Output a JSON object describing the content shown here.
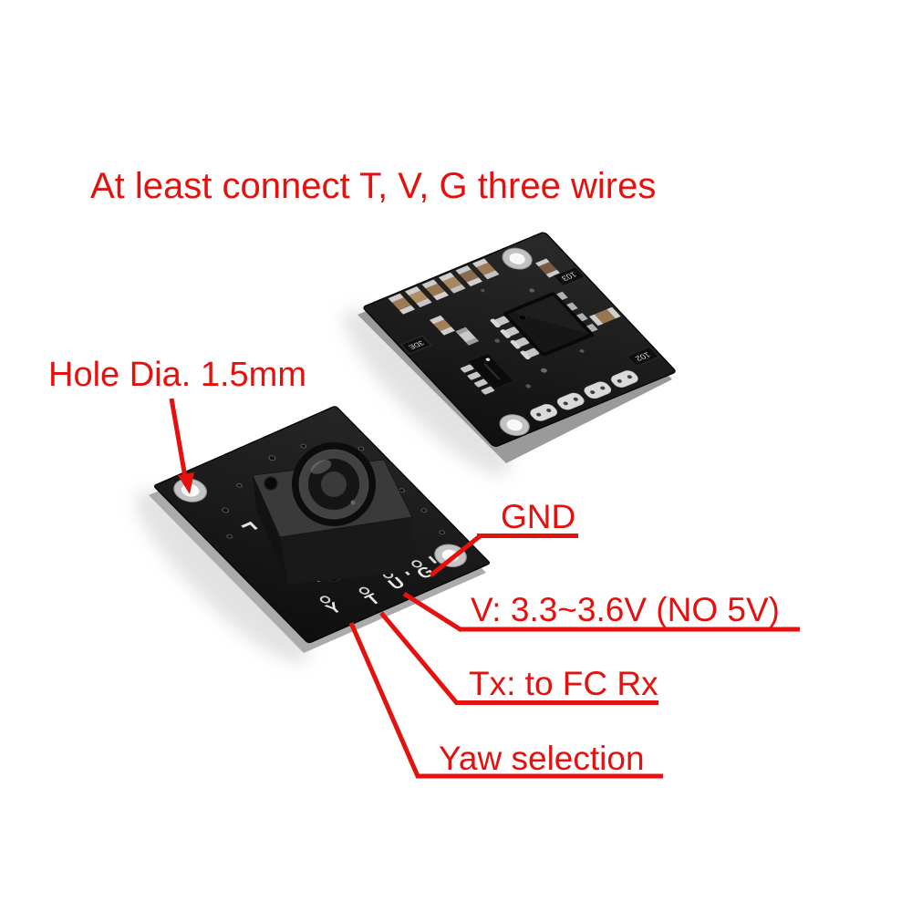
{
  "annotations": {
    "title": "At least connect T, V, G three wires",
    "hole_dia": "Hole Dia. 1.5mm",
    "gnd": "GND",
    "voltage": "V: 3.3~3.6V (NO 5V)",
    "tx": "Tx: to FC Rx",
    "yaw": "Yaw selection"
  },
  "camera_board": {
    "silkscreen_pins": {
      "g": "G",
      "u": "U",
      "t": "T",
      "y": "Y"
    }
  },
  "breakout_board": {
    "markings": {
      "r1": "103",
      "r2": "102",
      "r3": "3DE"
    }
  },
  "colors": {
    "annotation_red": "#e4110e",
    "pcb_black": "#181818",
    "background": "#ffffff"
  }
}
